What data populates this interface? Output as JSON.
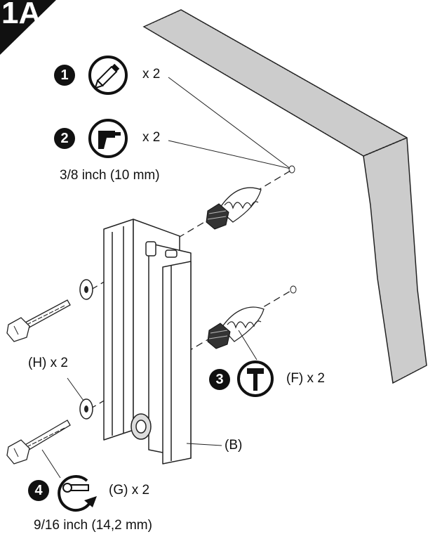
{
  "corner_tag": "1A",
  "steps": [
    {
      "number": "1",
      "icon": "pencil-icon",
      "quantity": "x 2"
    },
    {
      "number": "2",
      "icon": "drill-icon",
      "quantity": "x 2",
      "size": "3/8 inch (10 mm)"
    },
    {
      "number": "3",
      "icon": "hammer-icon",
      "quantity": "(F) x 2"
    },
    {
      "number": "4",
      "icon": "wrench-icon",
      "quantity": "(G) x 2",
      "size": "9/16 inch (14,2 mm)"
    }
  ],
  "parts": {
    "washer_label": "(H) x 2",
    "bracket_label": "(B)"
  }
}
